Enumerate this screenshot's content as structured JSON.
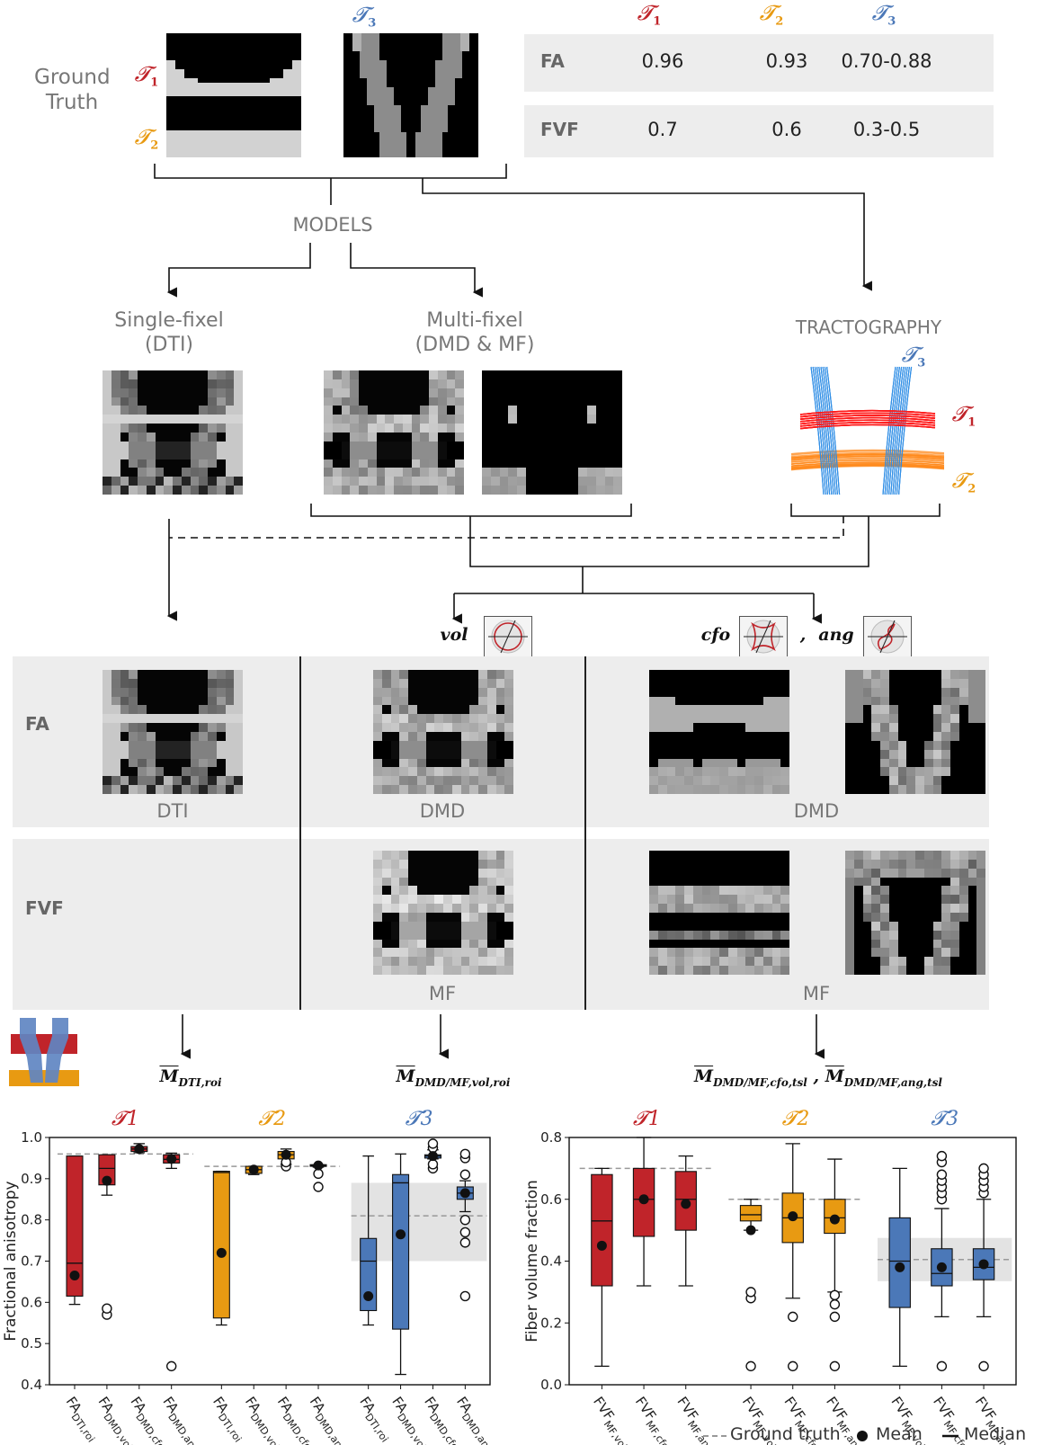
{
  "ground_truth": {
    "label_line1": "Ground",
    "label_line2": "Truth",
    "t1": "𝓣",
    "t1_sub": "1",
    "t2": "𝓣",
    "t2_sub": "2",
    "t3": "𝓣",
    "t3_sub": "3",
    "table": {
      "rows": [
        {
          "name": "FA",
          "t1": "0.96",
          "t2": "0.93",
          "t3": "0.70-0.88"
        },
        {
          "name": "FVF",
          "t1": "0.7",
          "t2": "0.6",
          "t3": "0.3-0.5"
        }
      ]
    }
  },
  "flow": {
    "models": "MODELS",
    "single_fixel_1": "Single-fixel",
    "single_fixel_2": "(DTI)",
    "multi_fixel_1": "Multi-fixel",
    "multi_fixel_2": "(DMD & MF)",
    "tractography": "TRACTOGRAPHY"
  },
  "glyphs": {
    "vol": "vol",
    "cfo": "cfo",
    "comma": ",",
    "ang": "ang"
  },
  "panels": {
    "fa_label": "FA",
    "fvf_label": "FVF",
    "dti": "DTI",
    "dmd1": "DMD",
    "dmd2": "DMD",
    "mf1": "MF",
    "mf2": "MF"
  },
  "metrics": {
    "m_dti": "M",
    "m_dti_sub": "DTI,roi",
    "m_vol": "M",
    "m_vol_sub": "DMD/MF,vol,roi",
    "m_tsl_a": "M",
    "m_tsl_a_sub": "DMD/MF,cfo,tsl",
    "m_tsl_sep": " , ",
    "m_tsl_b": "M",
    "m_tsl_b_sub": "DMD/MF,ang,tsl"
  },
  "chart_data": [
    {
      "type": "box",
      "ylabel": "Fractional anisotropy",
      "ylim": [
        0.4,
        1.0
      ],
      "yticks": [
        "0.4",
        "0.5",
        "0.6",
        "0.7",
        "0.8",
        "0.9",
        "1.0"
      ],
      "groups": [
        {
          "name": "𝓣1",
          "color": "#c0242a",
          "ground_truth": 0.96,
          "gt_band": null
        },
        {
          "name": "𝓣2",
          "color": "#e89a12",
          "ground_truth": 0.93,
          "gt_band": null
        },
        {
          "name": "𝓣3",
          "color": "#4b78b8",
          "ground_truth": 0.81,
          "gt_band": [
            0.7,
            0.89
          ]
        }
      ],
      "categories": [
        {
          "base": "FA",
          "sub": "DTI,roi"
        },
        {
          "base": "FA",
          "sub": "DMD,vol,roi"
        },
        {
          "base": "FA",
          "sub": "DMD,cfo,tsl"
        },
        {
          "base": "FA",
          "sub": "DMD,ang,tsl"
        }
      ],
      "boxes": [
        [
          {
            "min": 0.595,
            "q1": 0.615,
            "median": 0.695,
            "q3": 0.955,
            "max": 0.955,
            "mean": 0.665,
            "outliers": []
          },
          {
            "min": 0.86,
            "q1": 0.885,
            "median": 0.925,
            "q3": 0.958,
            "max": 0.958,
            "mean": 0.895,
            "outliers": [
              0.57,
              0.585
            ]
          },
          {
            "min": 0.963,
            "q1": 0.966,
            "median": 0.972,
            "q3": 0.978,
            "max": 0.985,
            "mean": 0.972,
            "outliers": []
          },
          {
            "min": 0.925,
            "q1": 0.938,
            "median": 0.947,
            "q3": 0.958,
            "max": 0.962,
            "mean": 0.948,
            "outliers": [
              0.445
            ]
          }
        ],
        [
          {
            "min": 0.545,
            "q1": 0.562,
            "median": 0.915,
            "q3": 0.918,
            "max": 0.918,
            "mean": 0.72,
            "outliers": []
          },
          {
            "min": 0.91,
            "q1": 0.913,
            "median": 0.922,
            "q3": 0.93,
            "max": 0.93,
            "mean": 0.922,
            "outliers": []
          },
          {
            "min": 0.935,
            "q1": 0.948,
            "median": 0.958,
            "q3": 0.966,
            "max": 0.972,
            "mean": 0.958,
            "outliers": [
              0.93,
              0.94
            ]
          },
          {
            "min": 0.928,
            "q1": 0.93,
            "median": 0.932,
            "q3": 0.934,
            "max": 0.934,
            "mean": 0.932,
            "outliers": [
              0.88,
              0.912
            ]
          }
        ],
        [
          {
            "min": 0.545,
            "q1": 0.58,
            "median": 0.7,
            "q3": 0.755,
            "max": 0.955,
            "mean": 0.615,
            "outliers": []
          },
          {
            "min": 0.425,
            "q1": 0.535,
            "median": 0.89,
            "q3": 0.91,
            "max": 0.96,
            "mean": 0.765,
            "outliers": []
          },
          {
            "min": 0.948,
            "q1": 0.95,
            "median": 0.955,
            "q3": 0.958,
            "max": 0.97,
            "mean": 0.955,
            "outliers": [
              0.925,
              0.935,
              0.975,
              0.985
            ]
          },
          {
            "min": 0.82,
            "q1": 0.85,
            "median": 0.865,
            "q3": 0.88,
            "max": 0.895,
            "mean": 0.865,
            "outliers": [
              0.615,
              0.745,
              0.77,
              0.8,
              0.91,
              0.95,
              0.96
            ]
          }
        ]
      ]
    },
    {
      "type": "box",
      "ylabel": "Fiber volume fraction",
      "ylim": [
        0.0,
        0.8
      ],
      "yticks": [
        "0.0",
        "0.2",
        "0.4",
        "0.6",
        "0.8"
      ],
      "groups": [
        {
          "name": "𝓣1",
          "color": "#c0242a",
          "ground_truth": 0.7,
          "gt_band": null
        },
        {
          "name": "𝓣2",
          "color": "#e89a12",
          "ground_truth": 0.6,
          "gt_band": null
        },
        {
          "name": "𝓣3",
          "color": "#4b78b8",
          "ground_truth": 0.405,
          "gt_band": [
            0.335,
            0.475
          ]
        }
      ],
      "categories": [
        {
          "base": "FVF",
          "sub": "MF,vol,roi"
        },
        {
          "base": "FVF",
          "sub": "MF,cfo,tsl"
        },
        {
          "base": "FVF",
          "sub": "MF,ang,tsl"
        }
      ],
      "boxes": [
        [
          {
            "min": 0.06,
            "q1": 0.32,
            "median": 0.53,
            "q3": 0.68,
            "max": 0.7,
            "mean": 0.45,
            "outliers": []
          },
          {
            "min": 0.32,
            "q1": 0.48,
            "median": 0.6,
            "q3": 0.7,
            "max": 0.8,
            "mean": 0.6,
            "outliers": []
          },
          {
            "min": 0.32,
            "q1": 0.5,
            "median": 0.6,
            "q3": 0.69,
            "max": 0.74,
            "mean": 0.585,
            "outliers": []
          }
        ],
        [
          {
            "min": 0.5,
            "q1": 0.53,
            "median": 0.55,
            "q3": 0.58,
            "max": 0.6,
            "mean": 0.5,
            "outliers": [
              0.06,
              0.28,
              0.3
            ]
          },
          {
            "min": 0.28,
            "q1": 0.46,
            "median": 0.54,
            "q3": 0.62,
            "max": 0.78,
            "mean": 0.545,
            "outliers": [
              0.06,
              0.22
            ]
          },
          {
            "min": 0.3,
            "q1": 0.49,
            "median": 0.54,
            "q3": 0.6,
            "max": 0.73,
            "mean": 0.535,
            "outliers": [
              0.06,
              0.22,
              0.26,
              0.29
            ]
          }
        ],
        [
          {
            "min": 0.06,
            "q1": 0.25,
            "median": 0.4,
            "q3": 0.54,
            "max": 0.7,
            "mean": 0.38,
            "outliers": []
          },
          {
            "min": 0.22,
            "q1": 0.32,
            "median": 0.36,
            "q3": 0.44,
            "max": 0.57,
            "mean": 0.38,
            "outliers": [
              0.06,
              0.6,
              0.62,
              0.64,
              0.66,
              0.68,
              0.72,
              0.74
            ]
          },
          {
            "min": 0.22,
            "q1": 0.34,
            "median": 0.38,
            "q3": 0.44,
            "max": 0.6,
            "mean": 0.39,
            "outliers": [
              0.06,
              0.62,
              0.64,
              0.66,
              0.68,
              0.7
            ]
          }
        ]
      ]
    }
  ],
  "legend": {
    "ground_truth": "Ground truth",
    "mean": "Mean",
    "median": "Median"
  }
}
